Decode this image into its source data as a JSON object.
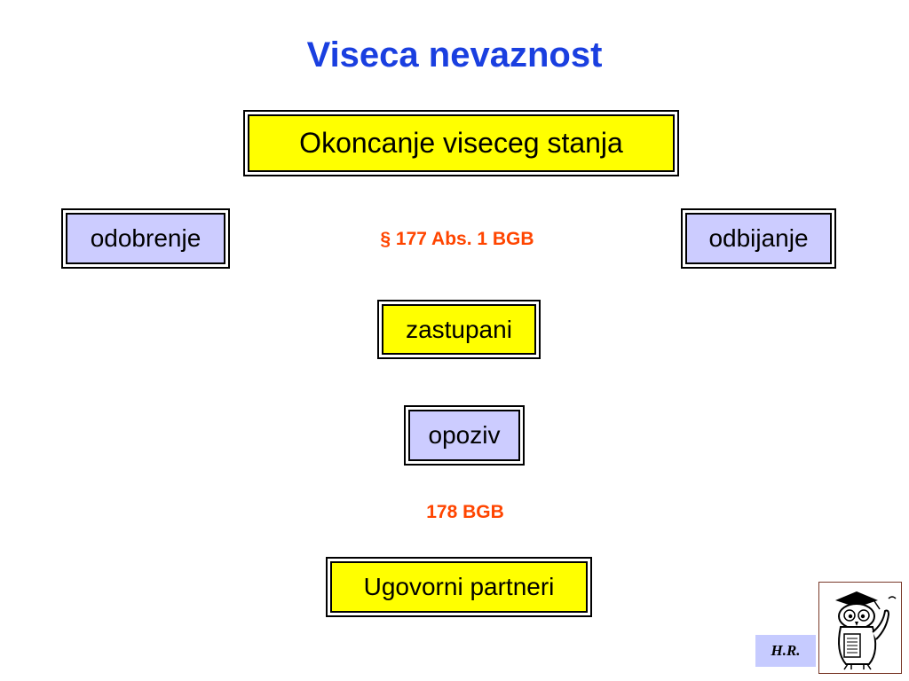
{
  "title": "Viseca nevaznost",
  "nodes": {
    "okoncanje": "Okoncanje viseceg stanja",
    "odobrenje": "odobrenje",
    "odbijanje": "odbijanje",
    "zastupani": "zastupani",
    "opoziv": "opoziv",
    "ugovorni": "Ugovorni partneri"
  },
  "references": {
    "bgb177": "§ 177 Abs. 1 BGB",
    "bgb178": "178 BGB"
  },
  "signature": {
    "initials": "H.R.",
    "logo_icon": "owl-professor-icon"
  },
  "colors": {
    "title": "#1a3fe0",
    "reference": "#ff4500",
    "box_yellow": "#ffff00",
    "box_blue": "#ccccff",
    "signature_bg": "#c6cbff"
  }
}
